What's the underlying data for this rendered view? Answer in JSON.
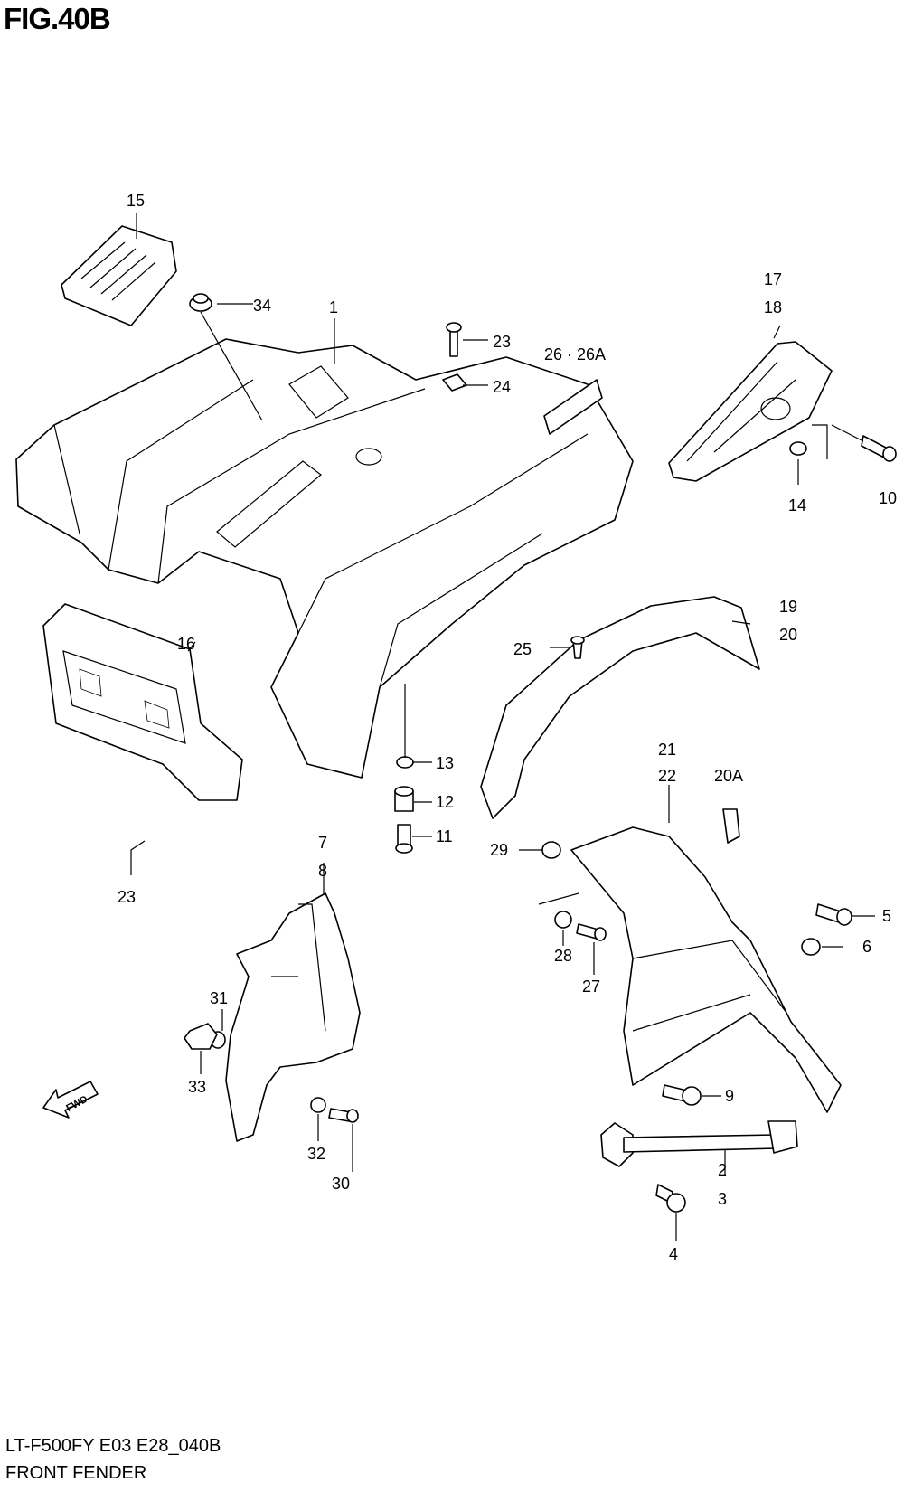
{
  "figure": {
    "title": "FIG.40B",
    "model_code": "LT-F500FY E03 E28_040B",
    "section_name": "FRONT FENDER",
    "fwd_marker": "FWD"
  },
  "callouts": [
    {
      "id": "c15",
      "text": "15"
    },
    {
      "id": "c34",
      "text": "34"
    },
    {
      "id": "c1",
      "text": "1"
    },
    {
      "id": "c23a",
      "text": "23"
    },
    {
      "id": "c24",
      "text": "24"
    },
    {
      "id": "c26",
      "text": "26 · 26A"
    },
    {
      "id": "c17",
      "text": "17"
    },
    {
      "id": "c18",
      "text": "18"
    },
    {
      "id": "c14",
      "text": "14"
    },
    {
      "id": "c10",
      "text": "10"
    },
    {
      "id": "c16",
      "text": "16"
    },
    {
      "id": "c19",
      "text": "19"
    },
    {
      "id": "c20",
      "text": "20"
    },
    {
      "id": "c25",
      "text": "25"
    },
    {
      "id": "c13",
      "text": "13"
    },
    {
      "id": "c12",
      "text": "12"
    },
    {
      "id": "c11",
      "text": "11"
    },
    {
      "id": "c21",
      "text": "21"
    },
    {
      "id": "c22",
      "text": "22"
    },
    {
      "id": "c20A",
      "text": "20A"
    },
    {
      "id": "c29",
      "text": "29"
    },
    {
      "id": "c23b",
      "text": "23"
    },
    {
      "id": "c7",
      "text": "7"
    },
    {
      "id": "c8",
      "text": "8"
    },
    {
      "id": "c5",
      "text": "5"
    },
    {
      "id": "c6",
      "text": "6"
    },
    {
      "id": "c28",
      "text": "28"
    },
    {
      "id": "c27",
      "text": "27"
    },
    {
      "id": "c31",
      "text": "31"
    },
    {
      "id": "c33",
      "text": "33"
    },
    {
      "id": "c9",
      "text": "9"
    },
    {
      "id": "c32",
      "text": "32"
    },
    {
      "id": "c30",
      "text": "30"
    },
    {
      "id": "c2",
      "text": "2"
    },
    {
      "id": "c3",
      "text": "3"
    },
    {
      "id": "c4",
      "text": "4"
    }
  ]
}
